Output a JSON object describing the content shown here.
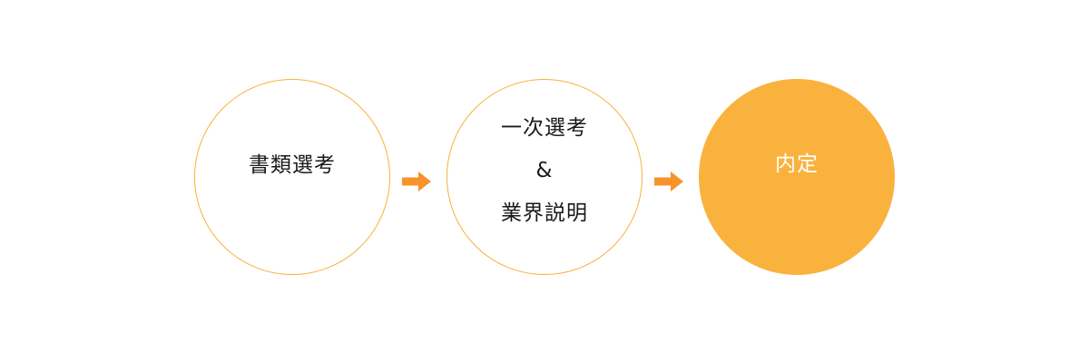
{
  "colors": {
    "accent": "#f6b23a",
    "filled": "#fab23e",
    "arrow": "#f7932b",
    "text_dark": "#1a1a1a",
    "text_light": "#ffffff"
  },
  "flow": {
    "steps": [
      {
        "lines": [
          "書類選考"
        ],
        "style": "outline"
      },
      {
        "lines": [
          "一次選考",
          "&",
          "業界説明"
        ],
        "style": "outline"
      },
      {
        "lines": [
          "内定"
        ],
        "style": "filled"
      }
    ],
    "connector_icon": "right-arrow-icon"
  }
}
